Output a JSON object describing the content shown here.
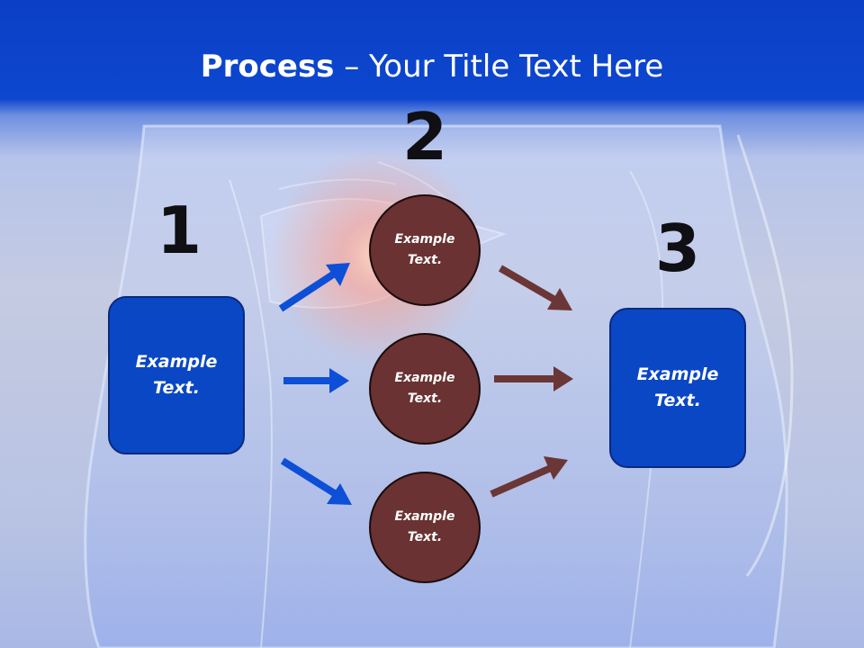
{
  "title": {
    "bold": "Process",
    "rest": " – Your Title Text Here"
  },
  "steps": {
    "one": "1",
    "two": "2",
    "three": "3"
  },
  "nodes": {
    "left_box": "Example Text.",
    "circle_top": "Example Text.",
    "circle_middle": "Example Text.",
    "circle_bottom": "Example Text.",
    "right_box": "Example Text."
  },
  "colors": {
    "header_blue": "#0b3fc6",
    "box_blue": "#0a47c5",
    "circle_brown": "#6a3232",
    "arrow_blue": "#0d4fd6",
    "arrow_brown": "#6b3636",
    "number_text": "#0f0f14"
  }
}
